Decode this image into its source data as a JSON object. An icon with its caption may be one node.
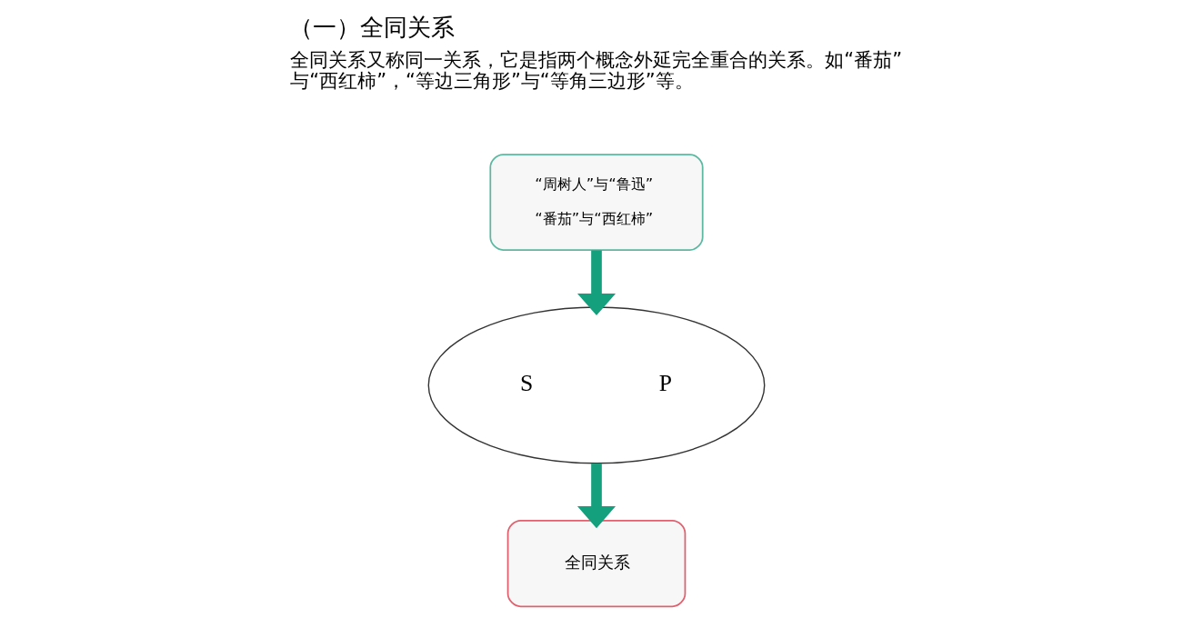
{
  "diagram": {
    "title": "（一）全同关系",
    "nodes": [
      {
        "text": [
          "“周树人”与“鲁迅”",
          "“番茄”与“西红柿”"
        ]
      },
      {
        "text": [
          "S",
          "P"
        ]
      },
      {
        "text": [
          "全同关系"
        ]
      }
    ],
    "edges": [
      {
        "from": 0,
        "to": 1,
        "arrow": "to"
      },
      {
        "from": 1,
        "to": 2,
        "arrow": "to"
      }
    ],
    "labels": [
      "全同关系又称同一关系，它是指两个概念外延完全重合的关系。如“番茄”与“西红柿”，“等边三角形”与“等角三边形”等。"
    ]
  }
}
